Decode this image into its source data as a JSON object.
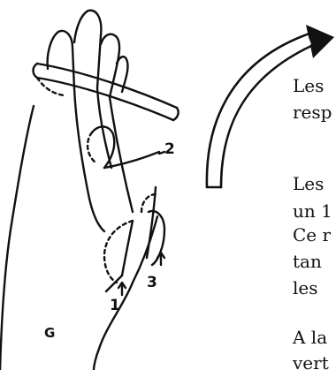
{
  "figure": {
    "labels": {
      "index": "2",
      "middle": "3",
      "thumb": "1",
      "hand_side": "G"
    }
  },
  "text": {
    "lines": [
      "Les",
      "resp",
      "Les",
      "un 1",
      "Ce r",
      "tan",
      "les",
      "A la",
      "vert"
    ]
  },
  "colors": {
    "ink": "#111111",
    "background": "#ffffff"
  }
}
